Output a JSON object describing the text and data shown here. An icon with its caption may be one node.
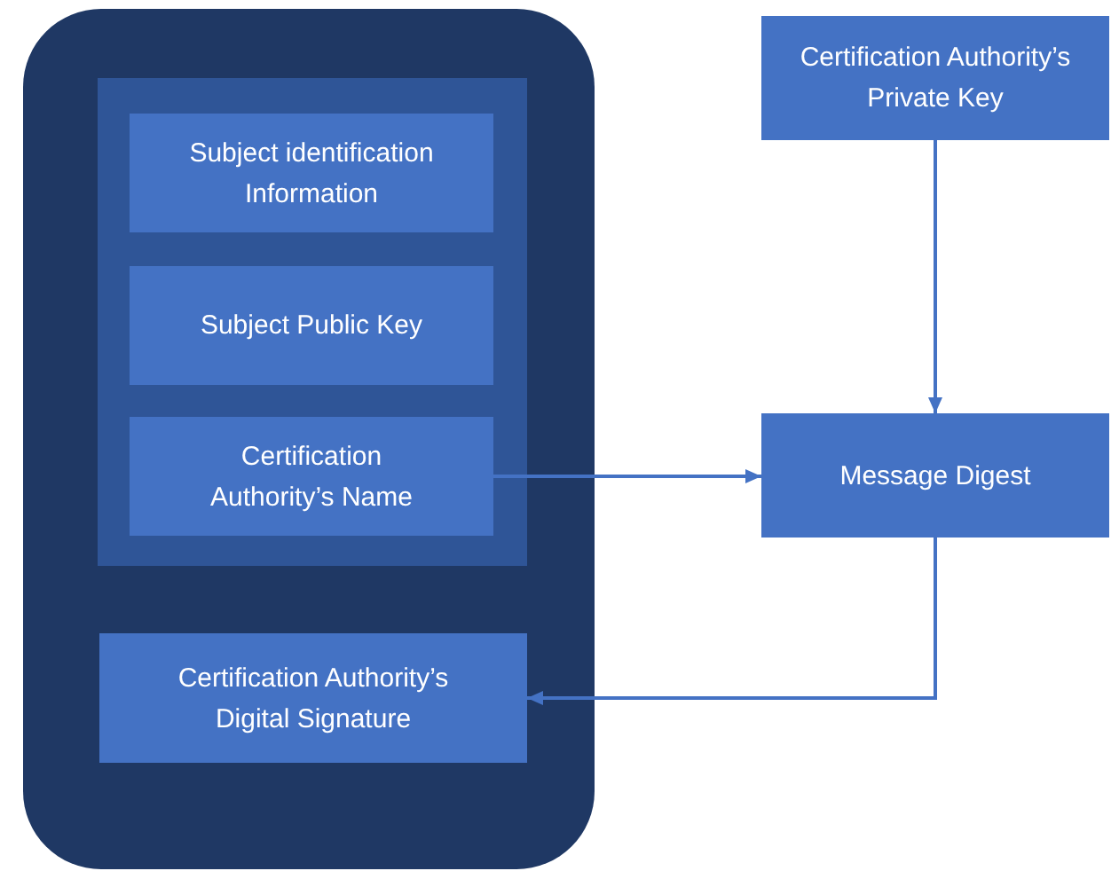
{
  "diagram": {
    "nodes": [
      {
        "text": [],
        "shape": "box"
      },
      {
        "text": [],
        "shape": "box",
        "in": 0
      },
      {
        "text": [
          "Subject identification Information"
        ],
        "in": 1
      },
      {
        "text": [
          "Subject Public Key"
        ],
        "in": 1
      },
      {
        "text": [
          "Certification Authority’s Name"
        ],
        "in": 1
      },
      {
        "text": [
          "Certification Authority’s Digital Signature"
        ],
        "in": 0
      },
      {
        "text": [
          "Certification Authority’s Private Key"
        ]
      },
      {
        "text": [
          "Message Digest"
        ]
      }
    ],
    "edges": [
      {
        "from": 6,
        "to": 7,
        "arrow": "to"
      },
      {
        "from": 4,
        "to": 7,
        "arrow": "to"
      },
      {
        "from": 7,
        "to": 5,
        "arrow": "to"
      }
    ]
  }
}
